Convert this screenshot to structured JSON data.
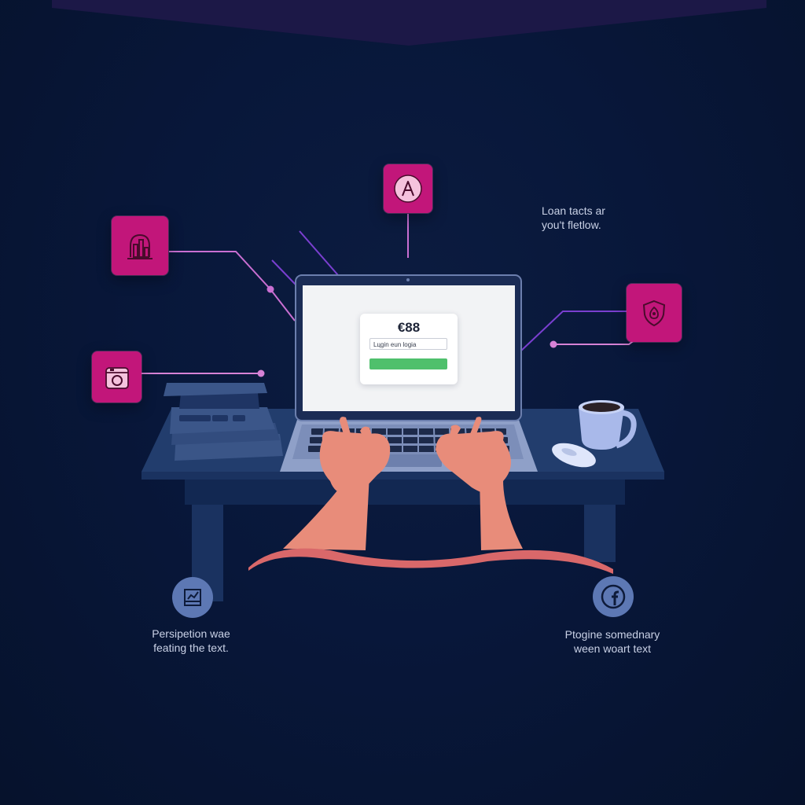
{
  "colors": {
    "background": "#071634",
    "accent": "#c2167a",
    "connector": "#d782d6",
    "connector_dark": "#7a3fd0",
    "desk": "#1e3763",
    "laptop": "#8fa0c8",
    "skin": "#e88c7a",
    "sleeve": "#d9686a",
    "cup": "#a9b9ea",
    "submit": "#4fc06c"
  },
  "icons": {
    "top": "font-letter-a-icon",
    "left_upper": "bar-chart-icon",
    "left_lower": "camera-icon",
    "right": "shield-icon",
    "bottom_left": "chart-frame-icon",
    "bottom_right": "facebook-icon"
  },
  "login": {
    "amount": "€88",
    "field_text": "Lцgin eun logia"
  },
  "captions": {
    "top_right": [
      "Loan tacts ar",
      "you't fletlow."
    ],
    "bottom_left": [
      "Persipetion wae",
      "feating the text."
    ],
    "bottom_right": [
      "Ptogine somednary",
      "ween woart text"
    ]
  }
}
